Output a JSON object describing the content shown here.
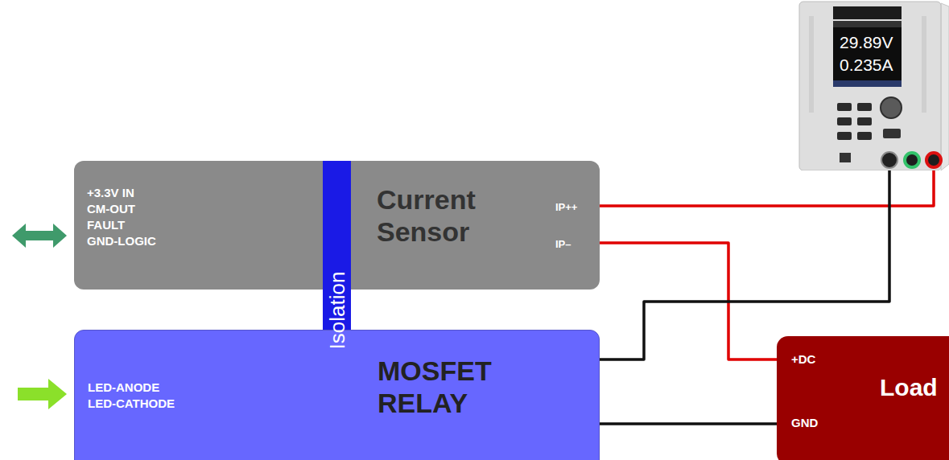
{
  "diagram": {
    "nodes": [
      {
        "text": [
          "29.89V",
          "0.235A"
        ]
      },
      {
        "text": [
          "+3.3V IN",
          "CM-OUT",
          "FAULT",
          "GND-LOGIC",
          "Current Sensor",
          "IP++",
          "IP–"
        ]
      },
      {
        "text": [
          "Isolation"
        ]
      },
      {
        "text": [
          "LED-ANODE",
          "LED-CATHODE",
          "MOSFET RELAY"
        ]
      },
      {
        "text": [
          "+DC",
          "Load",
          "GND"
        ]
      }
    ],
    "edges": [
      {
        "from": 1,
        "to": 0,
        "arrow": "none"
      },
      {
        "from": 1,
        "to": 4,
        "arrow": "none"
      },
      {
        "from": 0,
        "to": 3,
        "arrow": "none"
      },
      {
        "from": 3,
        "to": 4,
        "arrow": "none"
      }
    ]
  }
}
